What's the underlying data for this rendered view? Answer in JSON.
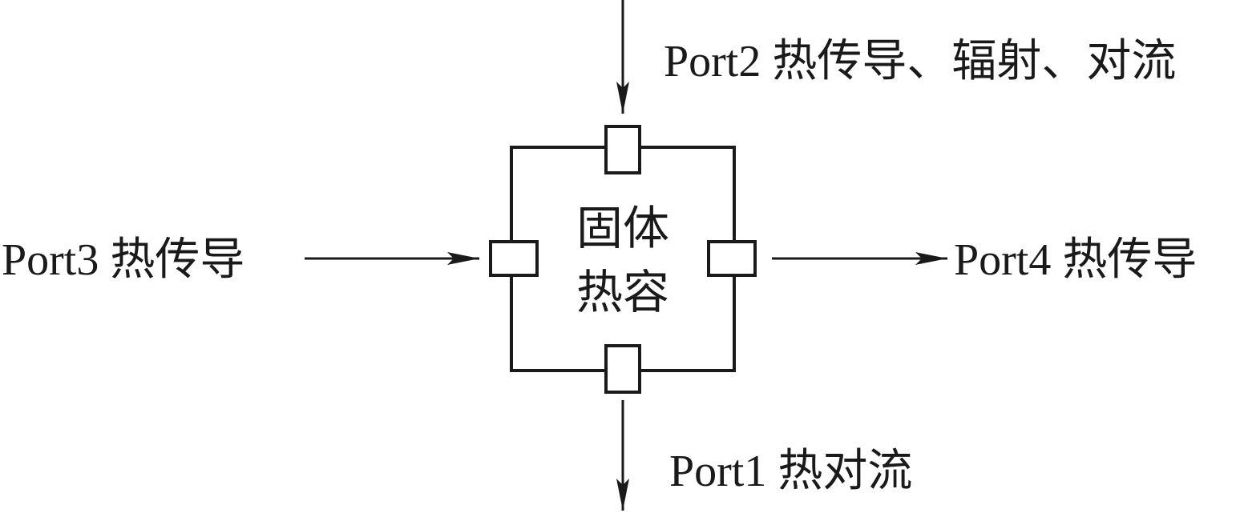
{
  "diagram": {
    "center_label_line1": "固体",
    "center_label_line2": "热容",
    "ports": {
      "port1": "Port1 热对流",
      "port2": "Port2 热传导、辐射、对流",
      "port3": "Port3 热传导",
      "port4": "Port4 热传导"
    },
    "colors": {
      "stroke": "#1a1a1a",
      "background": "#ffffff"
    }
  }
}
